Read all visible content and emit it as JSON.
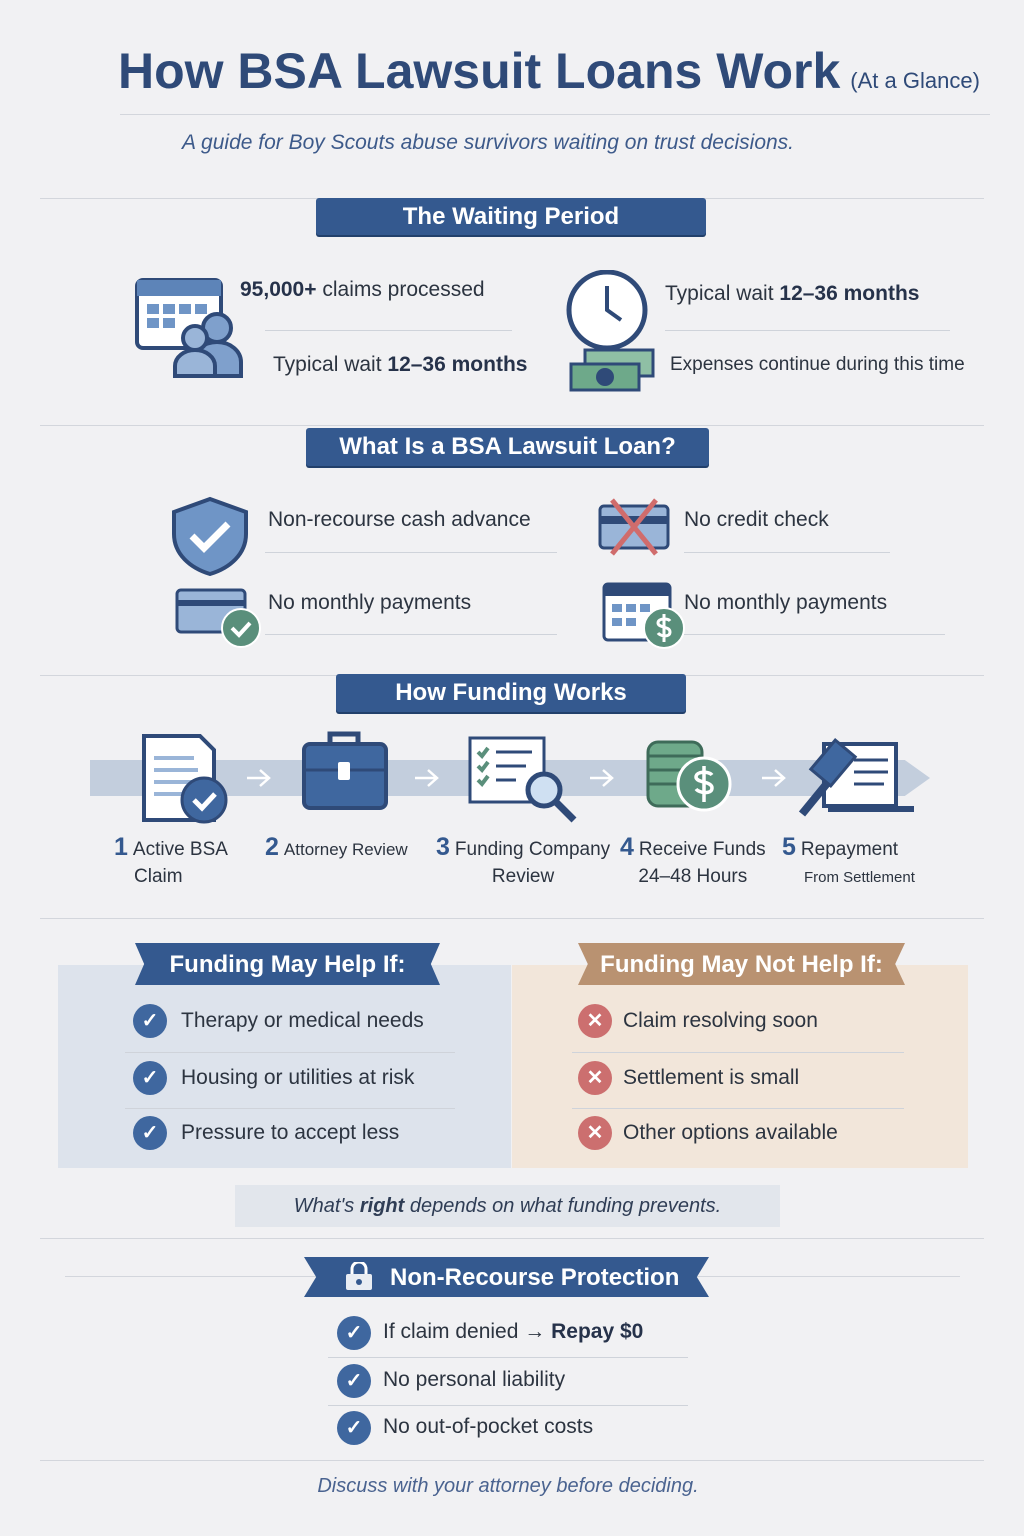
{
  "header": {
    "title": "How BSA Lawsuit Loans Work",
    "title_note": "(At a Glance)",
    "subtitle": "A guide for Boy Scouts abuse survivors waiting on trust decisions."
  },
  "waiting": {
    "banner": "The Waiting Period",
    "claims_count": "95,000+",
    "claims_label": "claims processed",
    "wait_prefix": "Typical wait",
    "wait_value": "12–36 months",
    "wait2_prefix": "Typical wait",
    "wait2_value": "12–36 months",
    "expenses": "Expenses continue during this time"
  },
  "loan": {
    "banner": "What Is a BSA Lawsuit Loan?",
    "items": [
      "Non-recourse cash advance",
      "No credit check",
      "No monthly payments",
      "No monthly payments"
    ]
  },
  "funding": {
    "banner": "How Funding Works",
    "steps": [
      {
        "num": "1",
        "label": "Active BSA",
        "label2": "Claim"
      },
      {
        "num": "2",
        "label": "Attorney Review",
        "label2": ""
      },
      {
        "num": "3",
        "label": "Funding Company",
        "label2": "Review"
      },
      {
        "num": "4",
        "label": "Receive Funds",
        "label2": "24–48 Hours"
      },
      {
        "num": "5",
        "label": "Repayment",
        "label2": "From Settlement"
      }
    ]
  },
  "help": {
    "banner": "Funding May Help If:",
    "items": [
      "Therapy or medical needs",
      "Housing or utilities at risk",
      "Pressure to accept less"
    ]
  },
  "not_help": {
    "banner": "Funding May Not Help If:",
    "items": [
      "Claim resolving soon",
      "Settlement is small",
      "Other options available"
    ]
  },
  "quote": {
    "pre": "What's",
    "bold": "right",
    "post": "depends on what funding prevents."
  },
  "protection": {
    "banner": "Non-Recourse Protection",
    "item1_pre": "If claim denied →",
    "item1_bold": "Repay $0",
    "items": [
      "No personal liability",
      "No out-of-pocket costs"
    ]
  },
  "footer": "Discuss with your attorney before deciding.",
  "colors": {
    "navy": "#34598f",
    "tan": "#b99271",
    "green": "#5a8f7b",
    "red": "#cc6f6f"
  }
}
